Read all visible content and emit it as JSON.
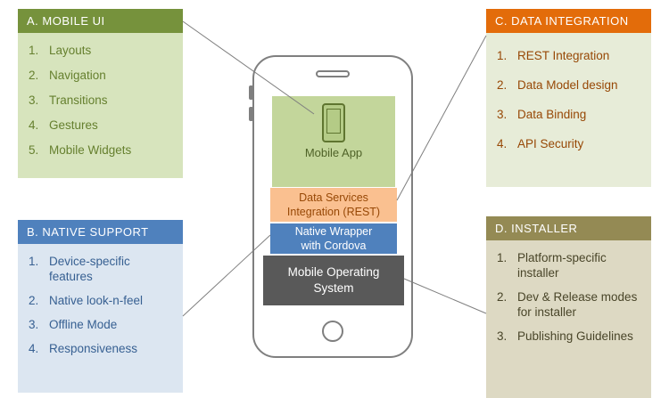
{
  "diagram": {
    "panels": [
      {
        "id": "a",
        "title": "A. MOBILE UI",
        "items": [
          "Layouts",
          "Navigation",
          "Transitions",
          "Gestures",
          "Mobile Widgets"
        ]
      },
      {
        "id": "b",
        "title": "B. NATIVE SUPPORT",
        "items": [
          "Device-specific features",
          "Native look-n-feel",
          "Offline Mode",
          "Responsiveness"
        ]
      },
      {
        "id": "c",
        "title": "C. DATA INTEGRATION",
        "items": [
          "REST Integration",
          "Data Model design",
          "Data Binding",
          "API Security"
        ]
      },
      {
        "id": "d",
        "title": "D. INSTALLER",
        "items": [
          "Platform-specific installer",
          "Dev & Release modes for installer",
          "Publishing Guidelines"
        ]
      }
    ],
    "phone": {
      "app_label": "Mobile App",
      "data_services_label": "Data Services Integration (REST)",
      "native_wrapper_label": "Native Wrapper with Cordova",
      "os_label": "Mobile Operating System"
    },
    "colors": {
      "panel_a_header": "#76923C",
      "panel_a_body": "#D7E4BD",
      "panel_b_header": "#4F81BD",
      "panel_b_body": "#DCE6F1",
      "panel_c_header": "#E36C0A",
      "panel_c_body": "#E7ECD8",
      "panel_d_header": "#948A54",
      "panel_d_body": "#DDD9C3",
      "app_box": "#C3D69B",
      "data_services_bar": "#FAC090",
      "native_wrapper_bar": "#4F81BD",
      "os_box": "#595959",
      "connector": "#7F7F7F"
    }
  }
}
